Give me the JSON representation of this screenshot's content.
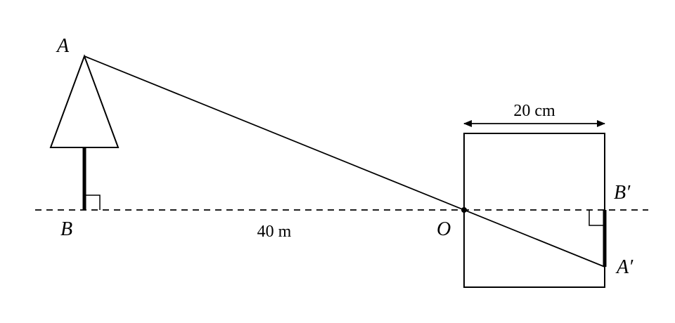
{
  "points": {
    "A": "A",
    "B": "B",
    "O": "O",
    "B_prime": "B′",
    "A_prime": "A′"
  },
  "measurements": {
    "distance": "40 m",
    "box_width": "20 cm"
  },
  "colors": {
    "stroke": "#000000",
    "background": "#ffffff"
  }
}
